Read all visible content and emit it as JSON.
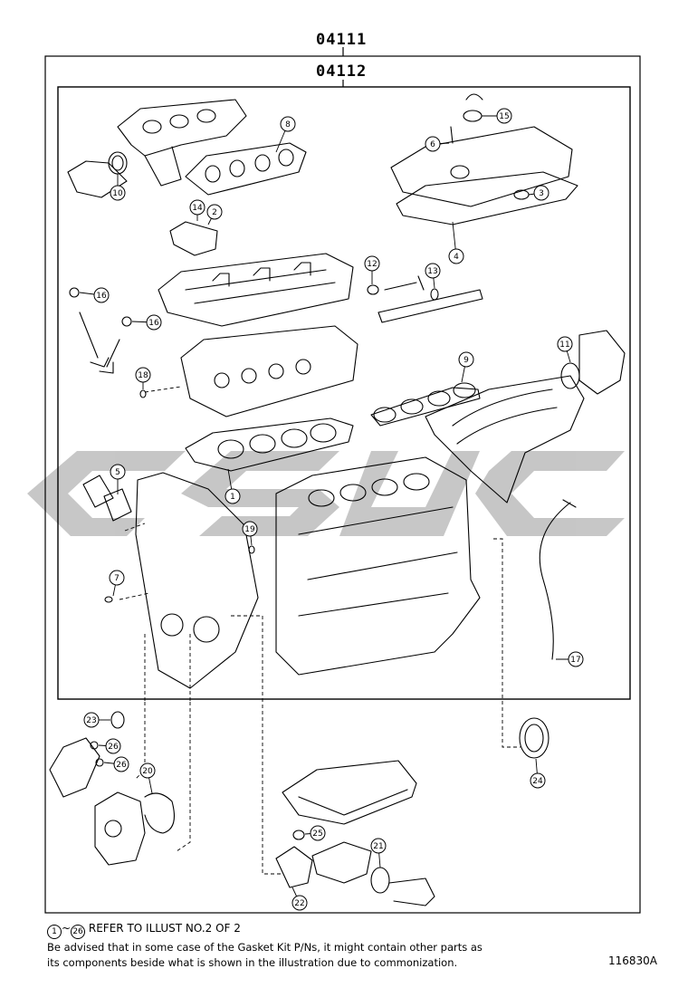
{
  "kits": {
    "outer": "04111",
    "inner": "04112"
  },
  "callouts": [
    {
      "id": "c1",
      "label": "1"
    },
    {
      "id": "c2",
      "label": "2"
    },
    {
      "id": "c3",
      "label": "3"
    },
    {
      "id": "c4",
      "label": "4"
    },
    {
      "id": "c5",
      "label": "5"
    },
    {
      "id": "c6",
      "label": "6"
    },
    {
      "id": "c7",
      "label": "7"
    },
    {
      "id": "c8",
      "label": "8"
    },
    {
      "id": "c9",
      "label": "9"
    },
    {
      "id": "c10",
      "label": "10"
    },
    {
      "id": "c11",
      "label": "11"
    },
    {
      "id": "c12",
      "label": "12"
    },
    {
      "id": "c13",
      "label": "13"
    },
    {
      "id": "c14",
      "label": "14"
    },
    {
      "id": "c15",
      "label": "15"
    },
    {
      "id": "c16a",
      "label": "16"
    },
    {
      "id": "c16b",
      "label": "16"
    },
    {
      "id": "c17",
      "label": "17"
    },
    {
      "id": "c18",
      "label": "18"
    },
    {
      "id": "c19",
      "label": "19"
    },
    {
      "id": "c20",
      "label": "20"
    },
    {
      "id": "c21",
      "label": "21"
    },
    {
      "id": "c22",
      "label": "22"
    },
    {
      "id": "c23",
      "label": "23"
    },
    {
      "id": "c24",
      "label": "24"
    },
    {
      "id": "c25",
      "label": "25"
    },
    {
      "id": "c26a",
      "label": "26"
    },
    {
      "id": "c26b",
      "label": "26"
    }
  ],
  "notes": {
    "ref_start": "1",
    "ref_tilde": "~",
    "ref_end": "26",
    "ref_text": "REFER TO ILLUST NO.2 OF 2",
    "line1": "Be advised that in some case of the Gasket Kit P/Ns, it might contain other parts as",
    "line2": "its components beside what is shown in the illustration due to commonization."
  },
  "illustration_code": "116830A"
}
